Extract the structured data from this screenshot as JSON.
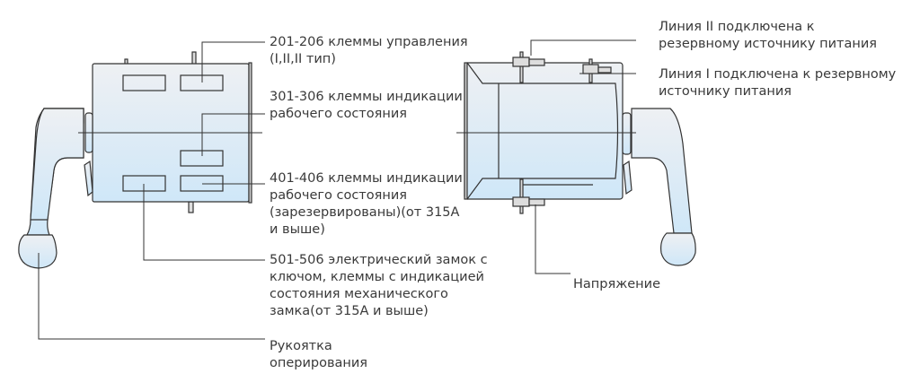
{
  "labels": {
    "control_terminals": "201-206 клеммы управления\n(I,II,II тип)",
    "status_terminals": "301-306 клеммы индикации\nрабочего состояния",
    "reserved_terminals": "401-406 клеммы индикации\nрабочего состояния\n(зарезервированы)(от 315A\nи выше)",
    "electric_lock": "501-506 электрический замок с\nключом, клеммы с индикацией\nсостояния механического\nзамка(от 315A и выше)",
    "operating_handle": "Рукоятка\nоперирования",
    "line2": "Линия II подключена к\nрезервному источнику питания",
    "line1": "Линия I подключена к резервному\nисточнику питания",
    "voltage": "Напряжение"
  },
  "colors": {
    "fill_top": "#eef0f3",
    "fill_bottom": "#cde6f7",
    "stroke": "#333333"
  }
}
